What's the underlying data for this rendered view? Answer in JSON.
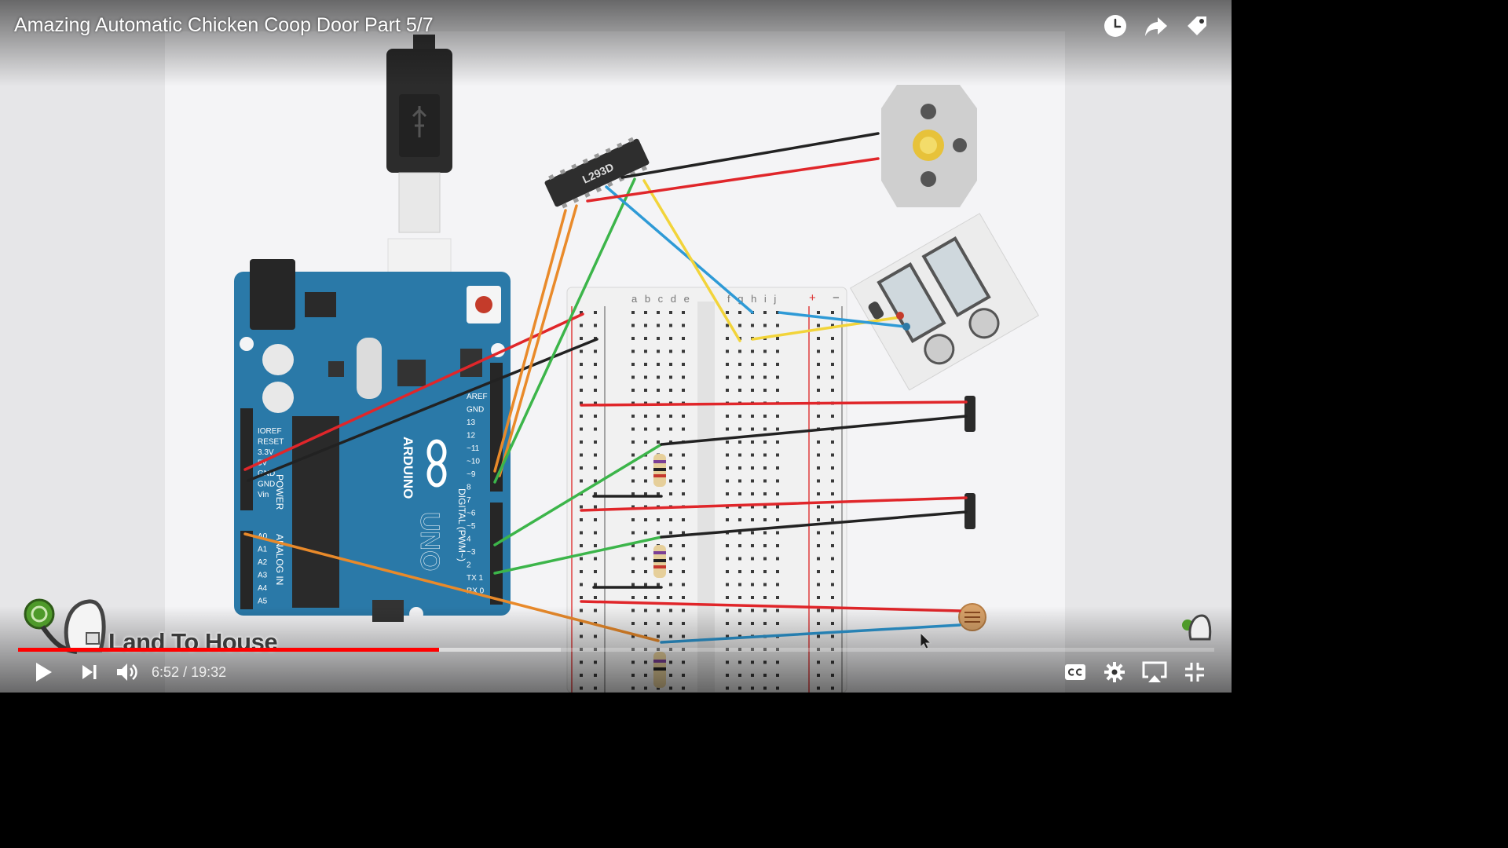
{
  "video": {
    "title": "Amazing Automatic Chicken Coop Door Part 5/7",
    "current_time": "6:52",
    "duration": "19:32",
    "played_fraction": 0.352,
    "buffered_fraction": 0.454,
    "progress_color": "#ff0000"
  },
  "top_icons": [
    "watch-later-icon",
    "share-icon",
    "info-tag-icon"
  ],
  "controls": [
    "play-icon",
    "next-icon",
    "volume-icon",
    "captions-icon",
    "settings-icon",
    "airplay-icon",
    "exit-fullscreen-icon"
  ],
  "channel_branding": {
    "name": "Land To House"
  },
  "circuit": {
    "chip_label": "L293D",
    "board": {
      "brand": "ARDUINO",
      "model": "UNO",
      "digital_label": "DIGITAL (PWM~)",
      "power_label": "POWER",
      "analog_label": "ANALOG IN",
      "digital_pins": [
        "AREF",
        "GND",
        "13",
        "12",
        "~11",
        "~10",
        "~9",
        "8",
        "7",
        "~6",
        "~5",
        "4",
        "~3",
        "2",
        "TX 1",
        "RX 0"
      ],
      "power_pins": [
        "IOREF",
        "RESET",
        "3.3V",
        "5V",
        "GND",
        "GND",
        "Vin"
      ],
      "analog_pins": [
        "A0",
        "A1",
        "A2",
        "A3",
        "A4",
        "A5"
      ]
    },
    "breadboard": {
      "columns_left": "a b c d e",
      "columns_right": "f g h i j",
      "rail_plus": "+",
      "rail_minus": "−"
    },
    "wire_colors": {
      "red": "#e0262a",
      "black": "#222222",
      "green": "#3cb54a",
      "blue": "#2e9ad6",
      "yellow": "#f2d43a",
      "orange": "#e98a2a"
    }
  }
}
